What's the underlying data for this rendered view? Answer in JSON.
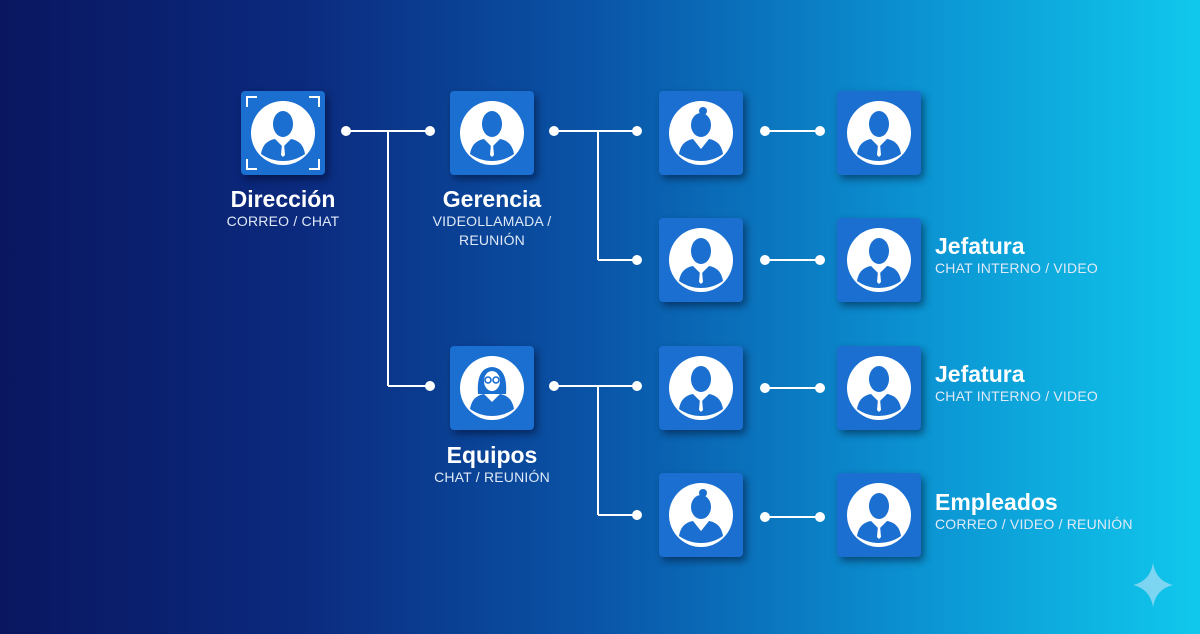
{
  "nodes": {
    "direccion": {
      "title": "Dirección",
      "subtitle": "CORREO / CHAT",
      "icon": "man-avatar-icon"
    },
    "gerencia": {
      "title": "Gerencia",
      "subtitle_1": "VIDEOLLAMADA /",
      "subtitle_2": "REUNIÓN",
      "icon": "man-avatar-icon"
    },
    "equipos": {
      "title": "Equipos",
      "subtitle": "CHAT / REUNIÓN",
      "icon": "woman-glasses-avatar-icon"
    },
    "jefatura_1": {
      "title": "Jefatura",
      "subtitle": "CHAT INTERNO / VIDEO"
    },
    "jefatura_2": {
      "title": "Jefatura",
      "subtitle": "CHAT INTERNO / VIDEO"
    },
    "empleados": {
      "title": "Empleados",
      "subtitle": "CORREO / VIDEO / REUNIÓN"
    }
  },
  "colors": {
    "node": "#1a6fd0",
    "line": "#ffffff"
  }
}
